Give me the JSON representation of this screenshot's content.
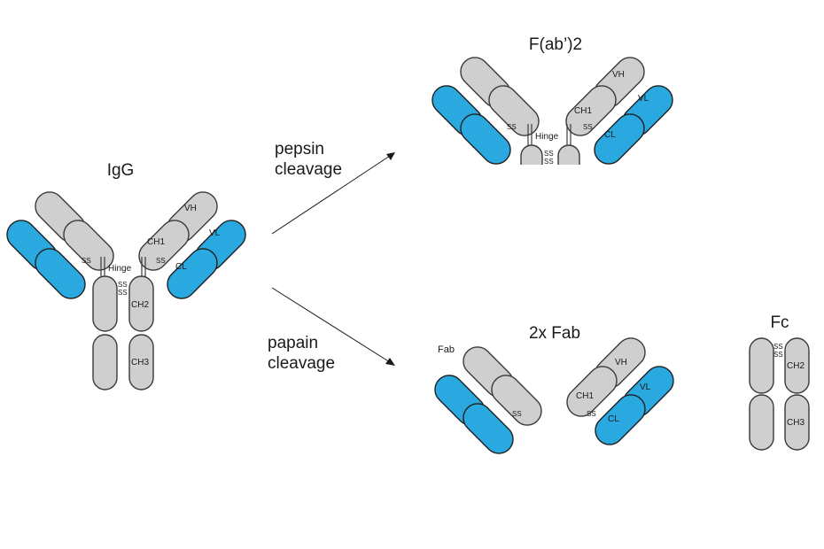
{
  "titles": {
    "igg": "IgG",
    "fab2": "F(ab’)2",
    "fab": "2x Fab",
    "fc": "Fc"
  },
  "arrows": {
    "pepsin": [
      "pepsin",
      "cleavage"
    ],
    "papain": [
      "papain",
      "cleavage"
    ]
  },
  "labels": {
    "vh": "VH",
    "vl": "VL",
    "ch1": "CH1",
    "cl": "CL",
    "ch2": "CH2",
    "ch3": "CH3",
    "hinge": "Hinge",
    "ss": "SS",
    "fab": "Fab"
  },
  "colors": {
    "heavy_chain": "#cfcfcf",
    "light_chain": "#29a9e0",
    "outline": "#3a3a3a"
  }
}
